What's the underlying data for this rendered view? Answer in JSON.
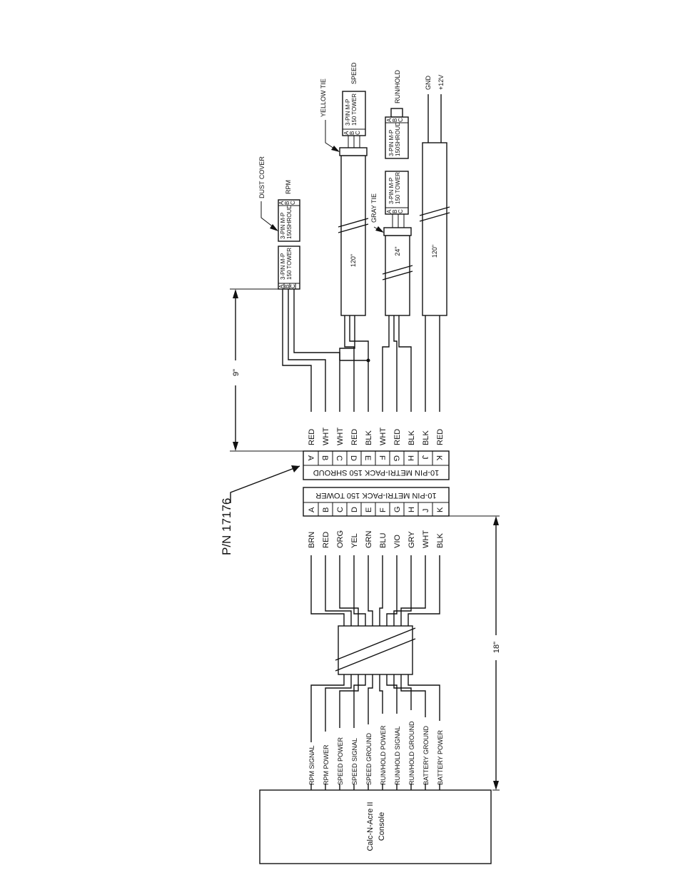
{
  "part_number": "P/N 17176",
  "console": {
    "line1": "Calc-N-Acre II",
    "line2": "Console"
  },
  "console_signals": [
    "RPM SIGNAL",
    "RPM POWER",
    "SPEED POWER",
    "SPEED SIGNAL",
    "SPEED GROUND",
    "RUN/HOLD POWER",
    "RUN/HOLD SIGNAL",
    "RUN/HOLD GROUND",
    "BATTERY GROUND",
    "BATTERY POWER"
  ],
  "tower_connector": {
    "label": "10-PIN METRI-PACK 150 TOWER",
    "pins": [
      "A",
      "B",
      "C",
      "D",
      "E",
      "F",
      "G",
      "H",
      "J",
      "K"
    ],
    "wire_colors": [
      "BRN",
      "RED",
      "ORG",
      "YEL",
      "GRN",
      "BLU",
      "VIO",
      "GRY",
      "WHT",
      "BLK"
    ]
  },
  "shroud_connector": {
    "label": "10-PIN METRI-PACK 150 SHROUD",
    "pins": [
      "A",
      "B",
      "C",
      "D",
      "E",
      "F",
      "G",
      "H",
      "J",
      "K"
    ],
    "wire_colors": [
      "RED",
      "WHT",
      "WHT",
      "RED",
      "BLK",
      "WHT",
      "RED",
      "BLK",
      "BLK",
      "RED"
    ]
  },
  "dimensions": {
    "console_harness": "18\"",
    "rpm_lead": "9\""
  },
  "cable_lengths": {
    "speed": "120\"",
    "run_hold": "24\"",
    "power": "120\""
  },
  "rpm": {
    "name": "RPM",
    "tower_line1": "3-PIN M-P",
    "tower_line2": "150 TOWER",
    "shroud_line1": "3-PIN M-P",
    "shroud_line2": "150SHROUD",
    "cover": "DUST COVER",
    "pins": [
      "A",
      "B",
      "C"
    ]
  },
  "speed": {
    "name": "SPEED",
    "line1": "3-PIN M-P",
    "line2": "150 TOWER",
    "tie": "YELLOW TIE",
    "pins": [
      "A",
      "B",
      "C"
    ]
  },
  "run_hold": {
    "name": "RUN/HOLD",
    "tower_line1": "3-PIN M-P",
    "tower_line2": "150 TOWER",
    "shroud_line1": "3-PIN M-P",
    "shroud_line2": "150SHROUD",
    "tie": "GRAY TIE",
    "pins": [
      "A",
      "B",
      "C"
    ]
  },
  "power": {
    "gnd": "GND",
    "plus12": "+12V"
  }
}
